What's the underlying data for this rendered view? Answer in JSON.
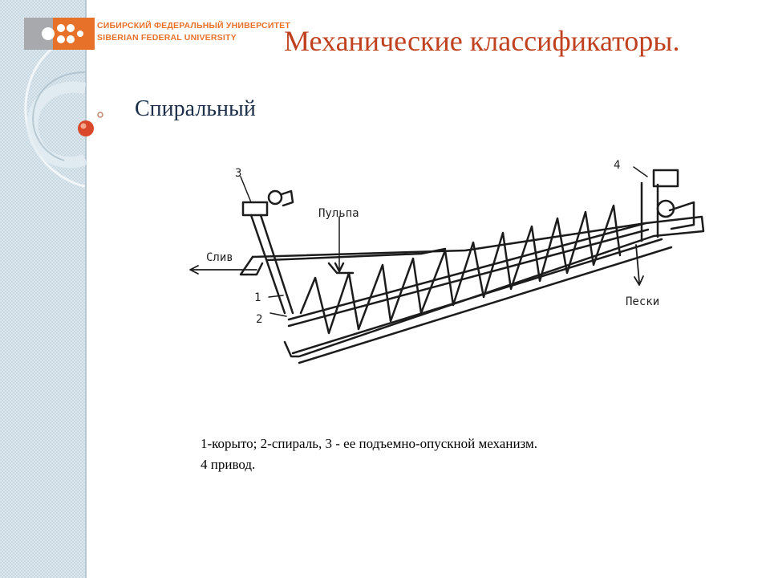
{
  "header": {
    "logo_text_ru": "СИБИРСКИЙ ФЕДЕРАЛЬНЫЙ УНИВЕРСИТЕТ",
    "logo_text_en": "SIBERIAN FEDERAL UNIVERSITY",
    "title": "Механические классификаторы."
  },
  "main": {
    "subtitle": "Спиральный",
    "diagram": {
      "labels": {
        "l1": "1",
        "l2": "2",
        "l3": "3",
        "l4": "4",
        "pulp": "Пульпа",
        "drain": "Слив",
        "sands": "Пески"
      }
    },
    "caption": {
      "line1": "1-корыто; 2-спираль, 3 - ее подъемно-опускной механизм.",
      "line2": "4 привод."
    }
  },
  "colors": {
    "title": "#c0411f",
    "subtitle": "#1b2f4a",
    "logo": "#e8712a",
    "sidebar": "#c9d9e3"
  }
}
